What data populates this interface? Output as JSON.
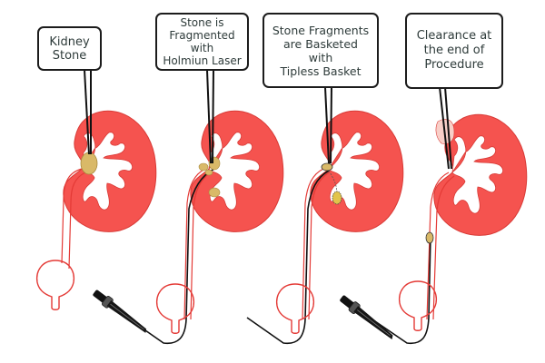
{
  "diagram": {
    "title": "Retrograde intrarenal stone treatment stages",
    "colors": {
      "kidney": "#f5534f",
      "kidney_outline": "#d83a36",
      "ureter": "#e43a36",
      "stone": "#d9b968",
      "scope": "#111111",
      "callout_border": "#1c1c1c",
      "callout_text": "#2e3b3a"
    },
    "stages": [
      {
        "id": "stage-1",
        "label": "Kidney\nStone"
      },
      {
        "id": "stage-2",
        "label": "Stone is\nFragmented\nwith\nHolmiun Laser"
      },
      {
        "id": "stage-3",
        "label": "Stone Fragments\nare Basketed\nwith\nTipless Basket"
      },
      {
        "id": "stage-4",
        "label": "Clearance at\nthe end of\nProcedure"
      }
    ]
  }
}
